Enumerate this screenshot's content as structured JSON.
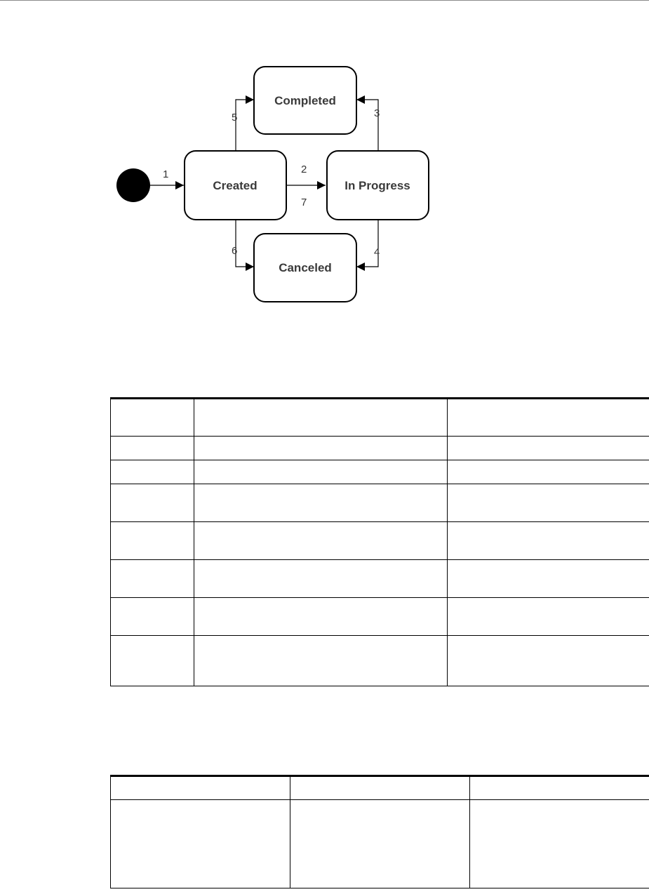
{
  "diagram": {
    "states": {
      "completed": "Completed",
      "created": "Created",
      "in_progress": "In Progress",
      "canceled": "Canceled"
    },
    "transitions": {
      "t1": "1",
      "t2": "2",
      "t3": "3",
      "t4": "4",
      "t5": "5",
      "t6": "6",
      "t7": "7"
    }
  },
  "tables": [
    {
      "columns": 3,
      "rows": 7
    },
    {
      "columns": 3,
      "rows": 1
    }
  ]
}
